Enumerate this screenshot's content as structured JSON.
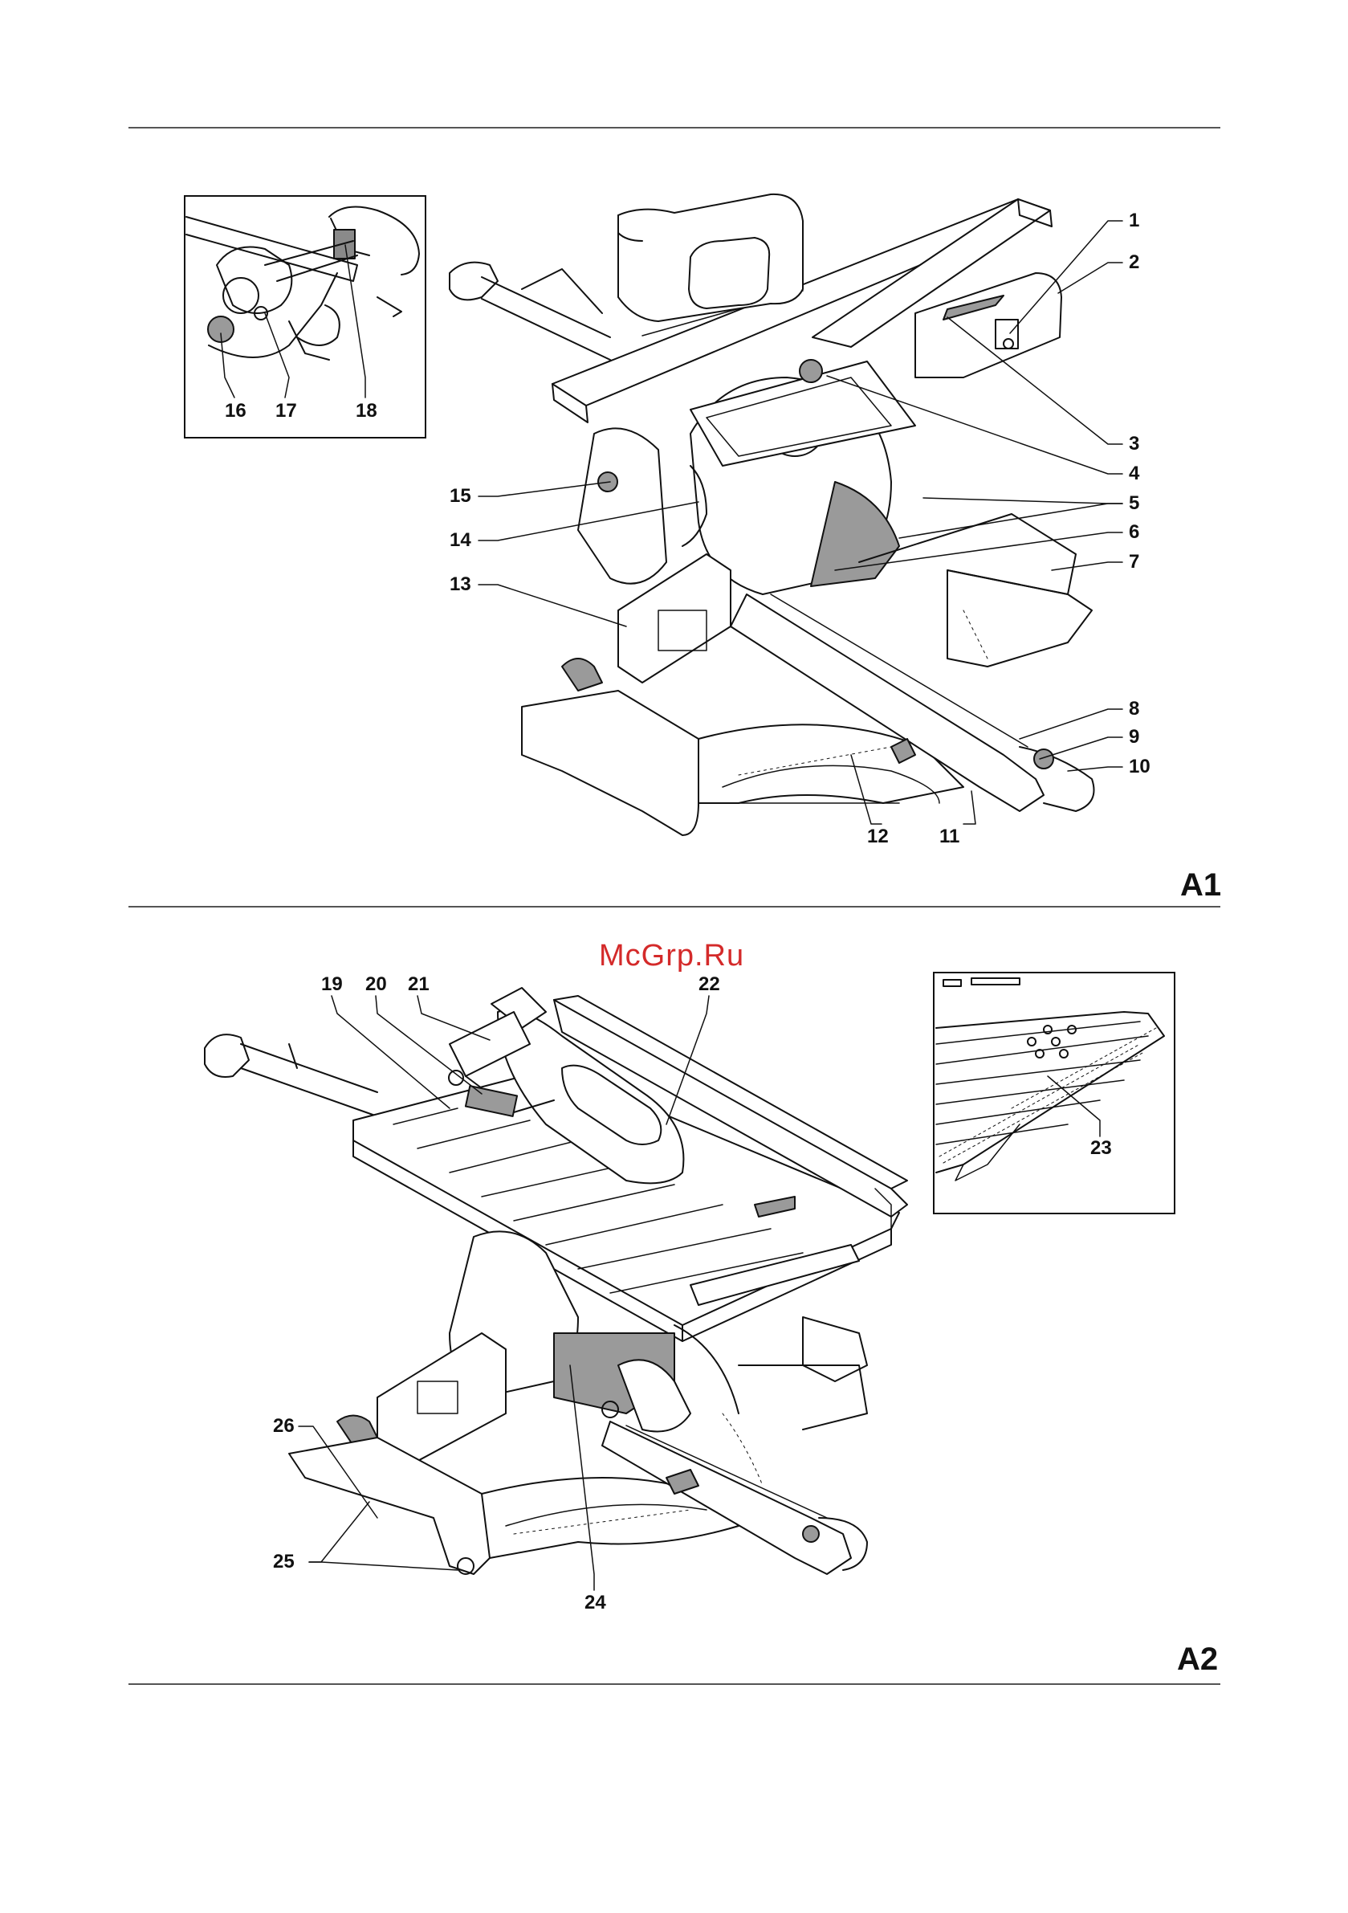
{
  "watermark": "McGrp.Ru",
  "figures": [
    {
      "label": "A1",
      "callouts": [
        "1",
        "2",
        "3",
        "4",
        "5",
        "6",
        "7",
        "8",
        "9",
        "10",
        "11",
        "12",
        "13",
        "14",
        "15",
        "16",
        "17",
        "18"
      ]
    },
    {
      "label": "A2",
      "callouts": [
        "19",
        "20",
        "21",
        "22",
        "23",
        "24",
        "25",
        "26"
      ]
    }
  ],
  "colors": {
    "line": "#111111",
    "rule": "#555555",
    "watermark": "#d42a2a",
    "shade": "#9a9a9a"
  }
}
